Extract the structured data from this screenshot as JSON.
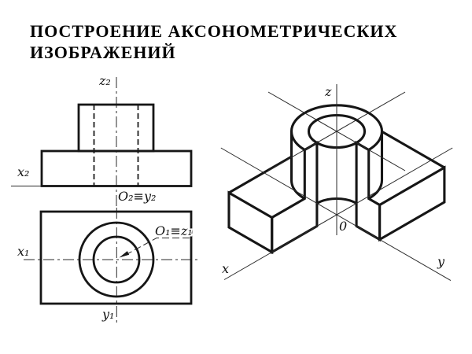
{
  "title": {
    "line1": "ПОСТРОЕНИЕ АКСОНОМЕТРИЧЕСКИХ",
    "line2": "ИЗОБРАЖЕНИЙ"
  },
  "front_view": {
    "z_axis_label": "z₂",
    "x_axis_label": "x₂",
    "origin_label": "O₂≡y₂"
  },
  "top_view": {
    "x_axis_label": "x₁",
    "y_axis_label": "y₁",
    "center_label": "O₁≡z₁"
  },
  "axonometric": {
    "z_axis_label": "z",
    "x_axis_label": "x",
    "y_axis_label": "y",
    "origin_label": "0"
  },
  "colors": {
    "ink": "#161616",
    "background": "#ffffff"
  }
}
